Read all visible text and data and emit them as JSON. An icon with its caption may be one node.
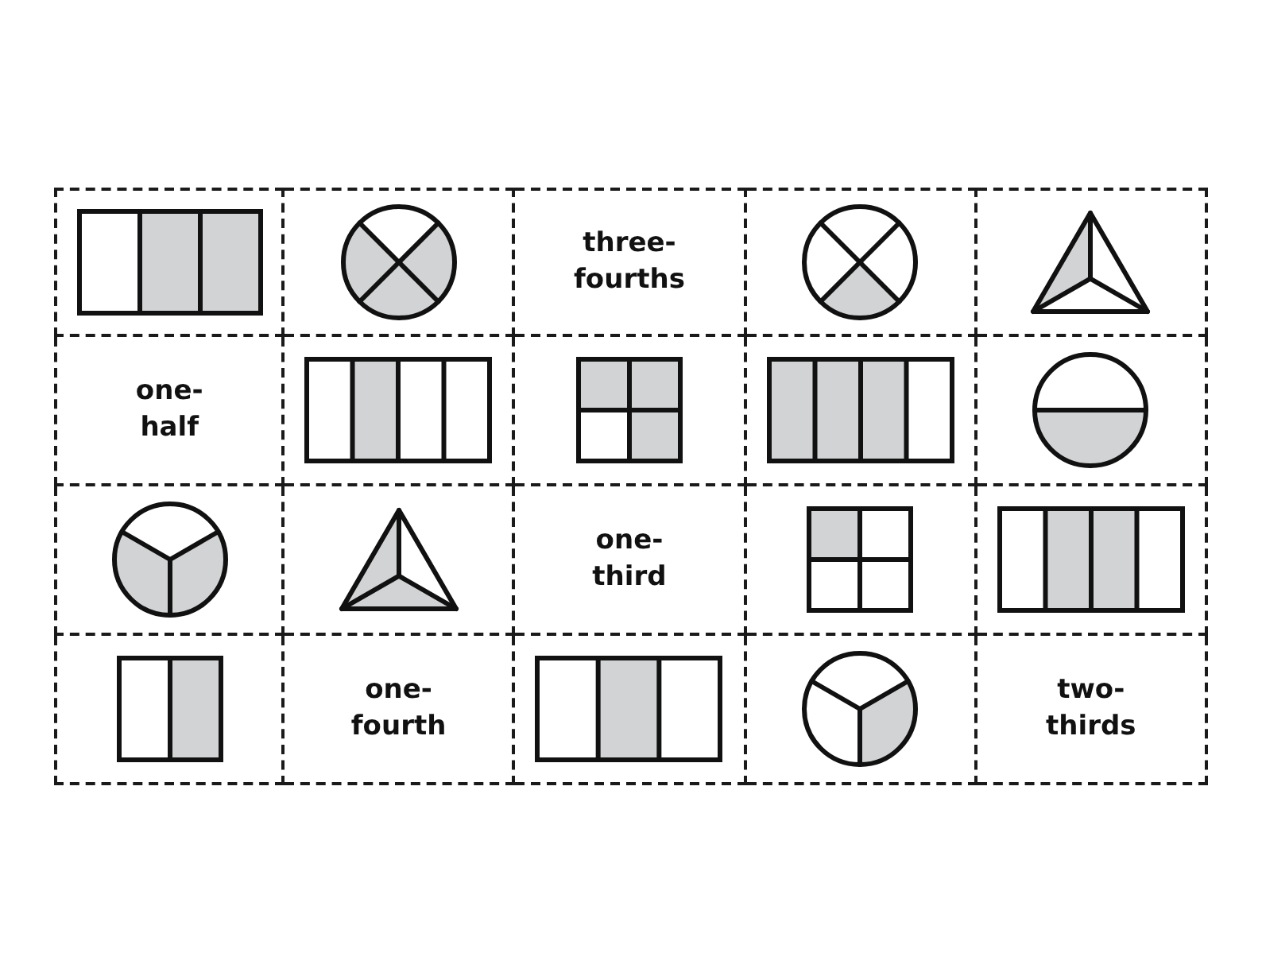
{
  "diagram": {
    "nodes": [
      {
        "text": [],
        "shape": "picture"
      },
      {
        "text": [],
        "shape": "picture"
      },
      {
        "text": [
          "three- fourths"
        ]
      },
      {
        "text": [],
        "shape": "picture"
      },
      {
        "text": [],
        "shape": "picture"
      },
      {
        "text": [
          "one- half"
        ]
      },
      {
        "text": [],
        "shape": "picture"
      },
      {
        "text": [],
        "shape": "picture"
      },
      {
        "text": [],
        "shape": "picture"
      },
      {
        "text": [],
        "shape": "picture"
      },
      {
        "text": [],
        "shape": "picture"
      },
      {
        "text": [],
        "shape": "picture"
      },
      {
        "text": [
          "one- third"
        ]
      },
      {
        "text": [],
        "shape": "picture"
      },
      {
        "text": [],
        "shape": "picture"
      },
      {
        "text": [],
        "shape": "picture"
      },
      {
        "text": [
          "one- fourth"
        ]
      },
      {
        "text": [],
        "shape": "picture"
      },
      {
        "text": [],
        "shape": "picture"
      },
      {
        "text": [
          "two- thirds"
        ]
      }
    ]
  }
}
